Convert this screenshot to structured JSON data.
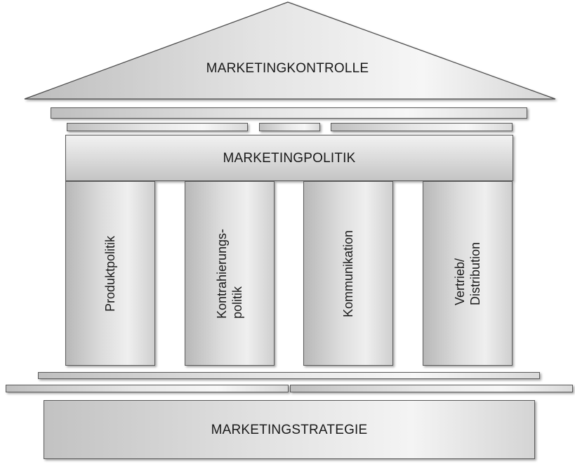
{
  "roof": {
    "title": "MARKETINGKONTROLLE"
  },
  "beam": {
    "title": "MARKETINGPOLITIK"
  },
  "columns": [
    {
      "label": "Produktpolitik"
    },
    {
      "label": "Kontrahierungs-\npolitik"
    },
    {
      "label": "Kommunikation"
    },
    {
      "label": "Vertrieb/\nDistribution"
    }
  ],
  "foundation": {
    "title": "MARKETINGSTRATEGIE"
  },
  "colors": {
    "stroke": "#5a5a5a",
    "fill_light": "#f2f2f2",
    "fill_dark": "#bfbfbf"
  }
}
